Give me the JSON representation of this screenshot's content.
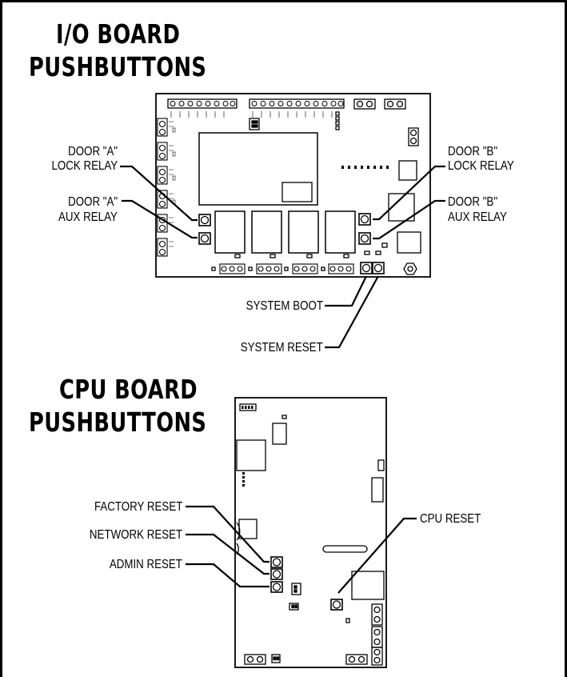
{
  "io_section": {
    "title_line1": "I/O BOARD",
    "title_line2": "PUSHBUTTONS",
    "callouts": {
      "door_a_lock_1": "DOOR \"A\"",
      "door_a_lock_2": "LOCK RELAY",
      "door_a_aux_1": "DOOR \"A\"",
      "door_a_aux_2": "AUX RELAY",
      "door_b_lock_1": "DOOR \"B\"",
      "door_b_lock_2": "LOCK RELAY",
      "door_b_aux_1": "DOOR \"B\"",
      "door_b_aux_2": "AUX RELAY",
      "system_boot": "SYSTEM BOOT",
      "system_reset": "SYSTEM RESET"
    }
  },
  "cpu_section": {
    "title_line1": "CPU BOARD",
    "title_line2": "PUSHBUTTONS",
    "callouts": {
      "factory_reset": "FACTORY RESET",
      "network_reset": "NETWORK RESET",
      "admin_reset": "ADMIN RESET",
      "cpu_reset": "CPU RESET"
    }
  }
}
